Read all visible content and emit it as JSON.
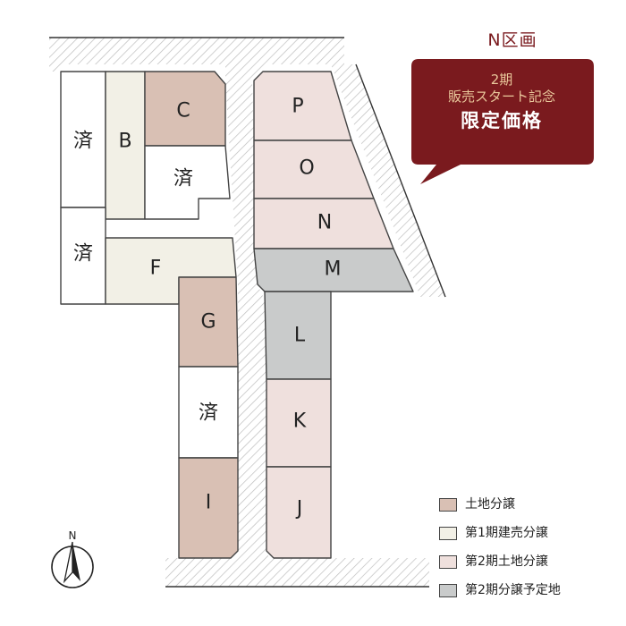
{
  "area_title": "N区画",
  "callout": {
    "line1": "2期",
    "line2": "販売スタート記念",
    "line3": "限定価格",
    "color": "#7a1a1e"
  },
  "lot_labels": {
    "sumi_1": "済",
    "b": "B",
    "c": "C",
    "sumi_2": "済",
    "sumi_3": "済",
    "f": "F",
    "g": "G",
    "sumi_4": "済",
    "i": "I",
    "p": "P",
    "o": "O",
    "n": "N",
    "m": "M",
    "l": "L",
    "k": "K",
    "j": "J"
  },
  "legend": [
    {
      "label": "土地分譲",
      "color": "#d9c0b4"
    },
    {
      "label": "第1期建売分譲",
      "color": "#f2f0e6"
    },
    {
      "label": "第2期土地分譲",
      "color": "#efe0dd"
    },
    {
      "label": "第2期分譲予定地",
      "color": "#c9cbcb"
    }
  ],
  "compass": {
    "letter": "N"
  },
  "colors": {
    "sold": "#ffffff",
    "land_sale": "#d9c0b4",
    "phase1_built": "#f2f0e6",
    "phase2_land": "#efe0dd",
    "phase2_planned": "#c9cbcb",
    "road_hatch": "#bfbfbf"
  }
}
